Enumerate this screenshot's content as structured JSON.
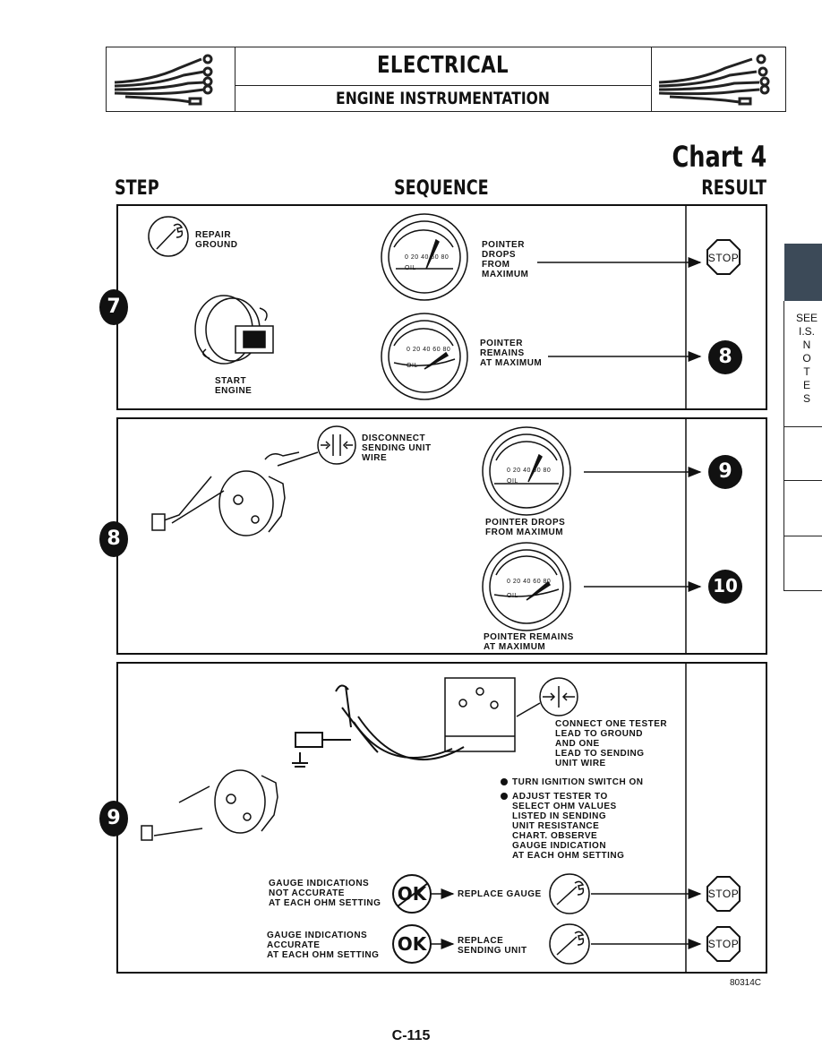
{
  "header": {
    "title": "ELECTRICAL",
    "subtitle": "ENGINE INSTRUMENTATION"
  },
  "chart_title": "Chart 4",
  "columns": {
    "step": "STEP",
    "sequence": "SEQUENCE",
    "result": "RESULT"
  },
  "side_tab": {
    "line1": "SEE",
    "line2": "I.S.",
    "notes": [
      "N",
      "O",
      "T",
      "E",
      "S"
    ]
  },
  "gauge_labels": {
    "scale": "0 20 40 60 80",
    "unit": "OIL"
  },
  "step7": {
    "number": "7",
    "repair": [
      "REPAIR",
      "GROUND"
    ],
    "start": [
      "START",
      "ENGINE"
    ],
    "drops": [
      "POINTER",
      "DROPS",
      "FROM",
      "MAXIMUM"
    ],
    "remains": [
      "POINTER",
      "REMAINS",
      "AT MAXIMUM"
    ],
    "result_stop": "STOP",
    "result_next": "8"
  },
  "step8": {
    "number": "8",
    "disconnect": [
      "DISCONNECT",
      "SENDING UNIT",
      "WIRE"
    ],
    "drops": [
      "POINTER DROPS",
      "FROM MAXIMUM"
    ],
    "remains": [
      "POINTER REMAINS",
      "AT MAXIMUM"
    ],
    "result_a": "9",
    "result_b": "10"
  },
  "step9": {
    "number": "9",
    "connect": [
      "CONNECT ONE TESTER",
      "LEAD TO GROUND",
      "AND ONE",
      "LEAD TO SENDING",
      "UNIT WIRE"
    ],
    "ignition": "TURN IGNITION SWITCH ON",
    "adjust": [
      "ADJUST TESTER TO",
      "SELECT OHM VALUES",
      "LISTED IN SENDING",
      "UNIT RESISTANCE",
      "CHART. OBSERVE",
      "GAUGE INDICATION",
      "AT EACH OHM SETTING"
    ],
    "not_accurate": [
      "GAUGE INDICATIONS",
      "NOT ACCURATE",
      "AT EACH OHM SETTING"
    ],
    "accurate": [
      "GAUGE INDICATIONS",
      "ACCURATE",
      "AT EACH OHM SETTING"
    ],
    "ok": "OK",
    "replace_gauge": "REPLACE GAUGE",
    "replace_unit": [
      "REPLACE",
      "SENDING UNIT"
    ],
    "result_stop": "STOP"
  },
  "figure_number": "80314C",
  "page_number": "C-115"
}
